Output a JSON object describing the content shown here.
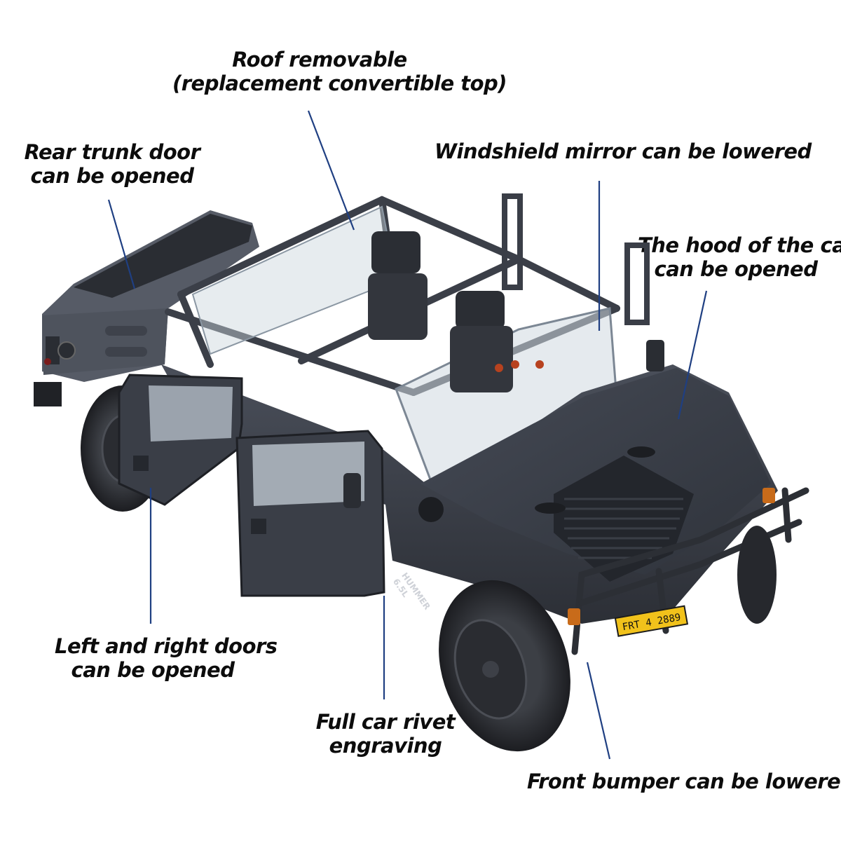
{
  "callouts": {
    "roof": {
      "line1": "Roof removable",
      "line2": "(replacement convertible top)"
    },
    "rear_trunk": {
      "line1": "Rear trunk door",
      "line2": "can be opened"
    },
    "windshield": {
      "line1": "Windshield mirror can be lowered"
    },
    "hood": {
      "line1": "The hood of the car",
      "line2": "can be opened"
    },
    "doors": {
      "line1": "Left and right doors",
      "line2": "can be opened"
    },
    "rivet": {
      "line1": "Full car rivet",
      "line2": "engraving"
    },
    "bumper": {
      "line1": "Front bumper can be lowered"
    }
  },
  "vehicle": {
    "badge_line1": "HUMMER",
    "badge_line2": "6.5L",
    "license_plate": "FRT 4 2889"
  },
  "colors": {
    "body": "#3a3e47",
    "body_dark": "#262930",
    "leader_line": "#1f3f82",
    "plate": "#f1c21b"
  }
}
